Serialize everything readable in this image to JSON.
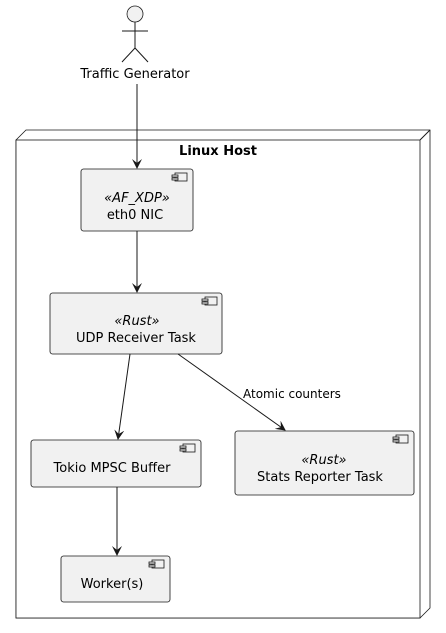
{
  "colors": {
    "box_fill": "#f1f1f1",
    "stroke": "#181818",
    "background": "#ffffff"
  },
  "actor": {
    "label": "Traffic Generator",
    "icon": "stick-figure-icon"
  },
  "node": {
    "title": "Linux Host",
    "icon": "node-3d-box"
  },
  "components": {
    "nic": {
      "stereotype": "«AF_XDP»",
      "label": "eth0 NIC"
    },
    "receiver": {
      "stereotype": "«Rust»",
      "label": "UDP Receiver Task"
    },
    "buffer": {
      "label": "Tokio MPSC Buffer"
    },
    "stats": {
      "stereotype": "«Rust»",
      "label": "Stats Reporter Task"
    },
    "worker": {
      "label": "Worker(s)"
    }
  },
  "edges": {
    "receiver_to_stats": {
      "label": "Atomic counters"
    }
  }
}
